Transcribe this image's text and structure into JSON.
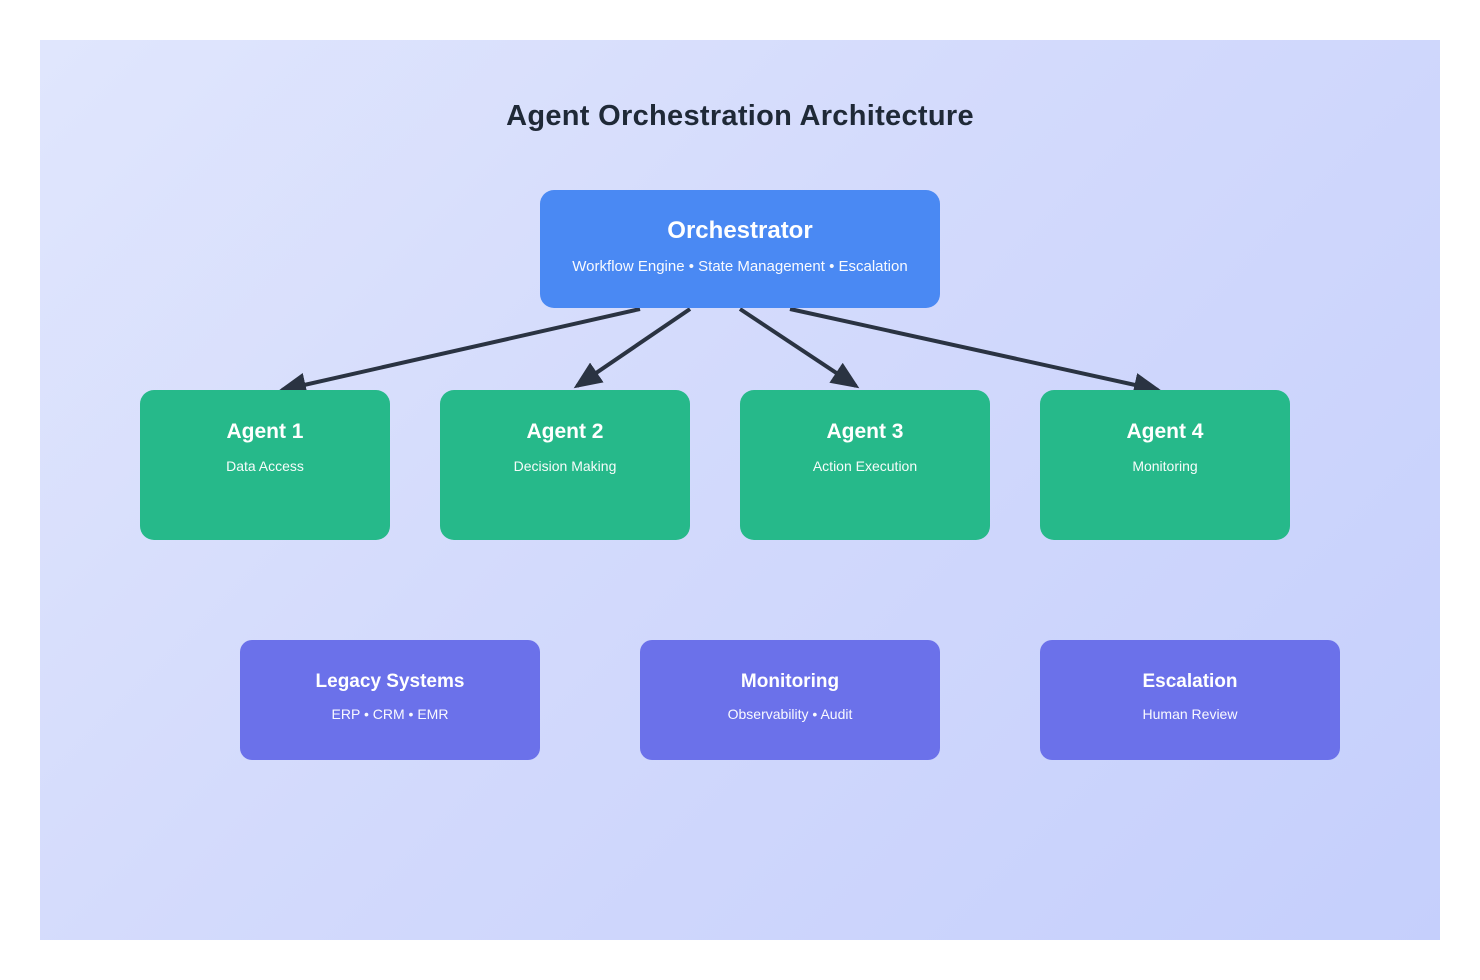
{
  "title": "Agent Orchestration Architecture",
  "orchestrator": {
    "title": "Orchestrator",
    "subtitle": "Workflow Engine • State Management • Escalation"
  },
  "agents": [
    {
      "title": "Agent 1",
      "subtitle": "Data Access"
    },
    {
      "title": "Agent 2",
      "subtitle": "Decision Making"
    },
    {
      "title": "Agent 3",
      "subtitle": "Action Execution"
    },
    {
      "title": "Agent 4",
      "subtitle": "Monitoring"
    }
  ],
  "systems": [
    {
      "title": "Legacy Systems",
      "subtitle": "ERP • CRM • EMR"
    },
    {
      "title": "Monitoring",
      "subtitle": "Observability • Audit"
    },
    {
      "title": "Escalation",
      "subtitle": "Human Review"
    }
  ],
  "colors": {
    "orchestrator_fill": "#4a89f3",
    "agent_fill": "#26b98a",
    "system_fill": "#6b71ea",
    "arrow": "#2a3342",
    "title_text": "#1f2937",
    "panel_gradient_start": "#e0e6fd",
    "panel_gradient_end": "#c5cffc"
  }
}
